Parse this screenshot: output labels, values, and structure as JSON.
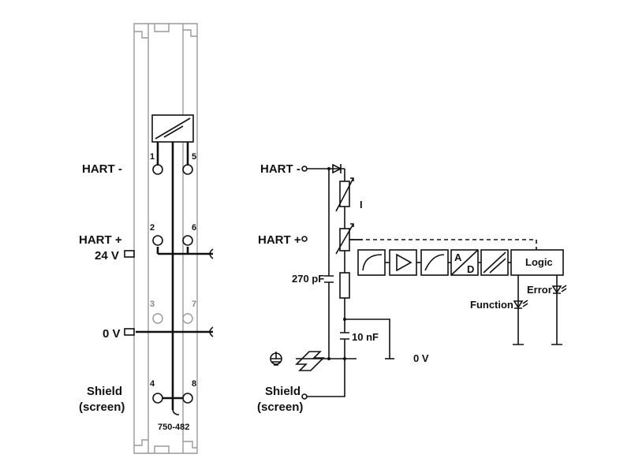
{
  "module": {
    "part_number": "750-482",
    "terminals": {
      "t1": "1",
      "t2": "2",
      "t3": "3",
      "t4": "4",
      "t5": "5",
      "t6": "6",
      "t7": "7",
      "t8": "8"
    },
    "labels": {
      "hart_minus": "HART -",
      "hart_plus": "HART +",
      "v24": "24 V",
      "v0": "0 V",
      "shield_line1": "Shield",
      "shield_line2": "(screen)"
    }
  },
  "schematic": {
    "labels": {
      "hart_minus": "HART -",
      "hart_plus": "HART +",
      "current_symbol": "I",
      "cap_270": "270 pF",
      "cap_10": "10 nF",
      "v0": "0 V",
      "shield_line1": "Shield",
      "shield_line2": "(screen)",
      "function": "Function",
      "error": "Error",
      "adc_a": "A",
      "adc_d": "D",
      "logic": "Logic"
    }
  }
}
